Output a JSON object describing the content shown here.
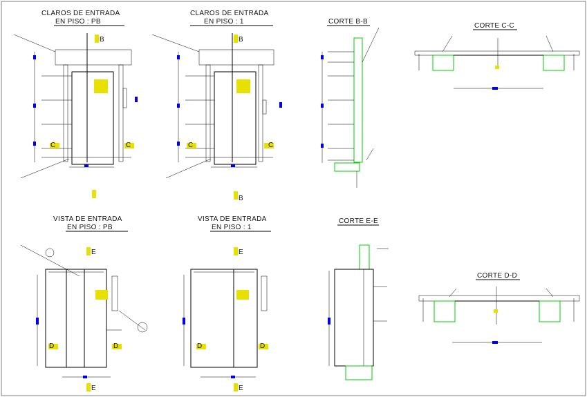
{
  "titles": {
    "claros_pb_1": "CLAROS DE ENTRADA",
    "claros_pb_2": "EN PISO : PB",
    "claros_p1_1": "CLAROS DE ENTRADA",
    "claros_p1_2": "EN PISO : 1",
    "corte_bb": "CORTE B-B",
    "corte_cc": "CORTE C-C",
    "vista_pb_1": "VISTA DE ENTRADA",
    "vista_pb_2": "EN PISO : PB",
    "vista_p1_1": "VISTA DE ENTRADA",
    "vista_p1_2": "EN PISO : 1",
    "corte_ee": "CORTE E-E",
    "corte_dd": "CORTE D-D"
  },
  "marks": {
    "b": "B",
    "c": "C",
    "d": "D",
    "e": "E"
  },
  "colors": {
    "line": "#000000",
    "dim": "#0000e0",
    "hatch": "#e8e000",
    "fill_green": "#00cc00",
    "note_red": "#b40000"
  }
}
